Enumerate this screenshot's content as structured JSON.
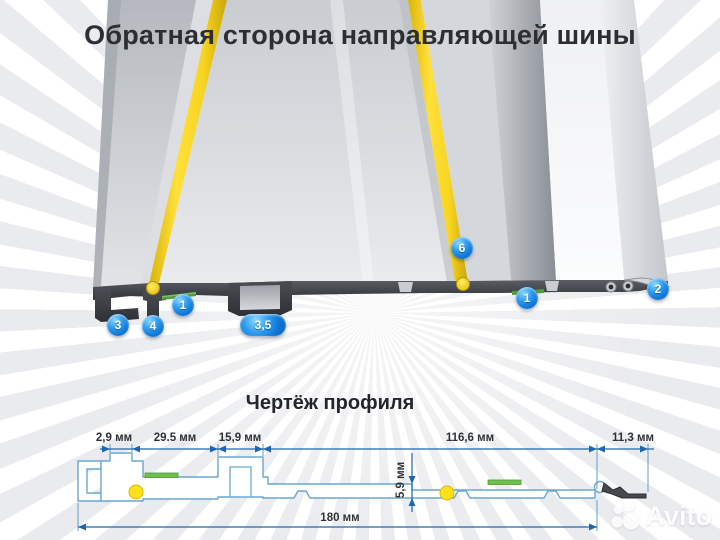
{
  "header": {
    "title": "Обратная сторона направляющей шины"
  },
  "render": {
    "description": "3d-view-of-guide-rail-back-side",
    "callouts": [
      {
        "id": "callout-3",
        "label": "3"
      },
      {
        "id": "callout-4",
        "label": "4"
      },
      {
        "id": "callout-1-left",
        "label": "1"
      },
      {
        "id": "callout-3-5",
        "label": "3,5"
      },
      {
        "id": "callout-6",
        "label": "6"
      },
      {
        "id": "callout-1-right",
        "label": "1"
      },
      {
        "id": "callout-2",
        "label": "2"
      }
    ],
    "colors": {
      "callout_blue": "#0d74d6",
      "strip_yellow": "#f7d61e",
      "strip_green": "#5fae43",
      "aluminum_gray": "#d4d7db",
      "section_dark": "#3c3f45"
    }
  },
  "drawing": {
    "heading": "Чертёж профиля",
    "dimensions": {
      "seg_2_9": "2,9 мм",
      "seg_29_5": "29.5 мм",
      "seg_15_9": "15,9 мм",
      "seg_116_6": "116,6 мм",
      "seg_11_3": "11,3 мм",
      "height_5_9": "5,9 мм",
      "total_180": "180 мм"
    }
  },
  "watermark": {
    "brand": "Avito"
  }
}
